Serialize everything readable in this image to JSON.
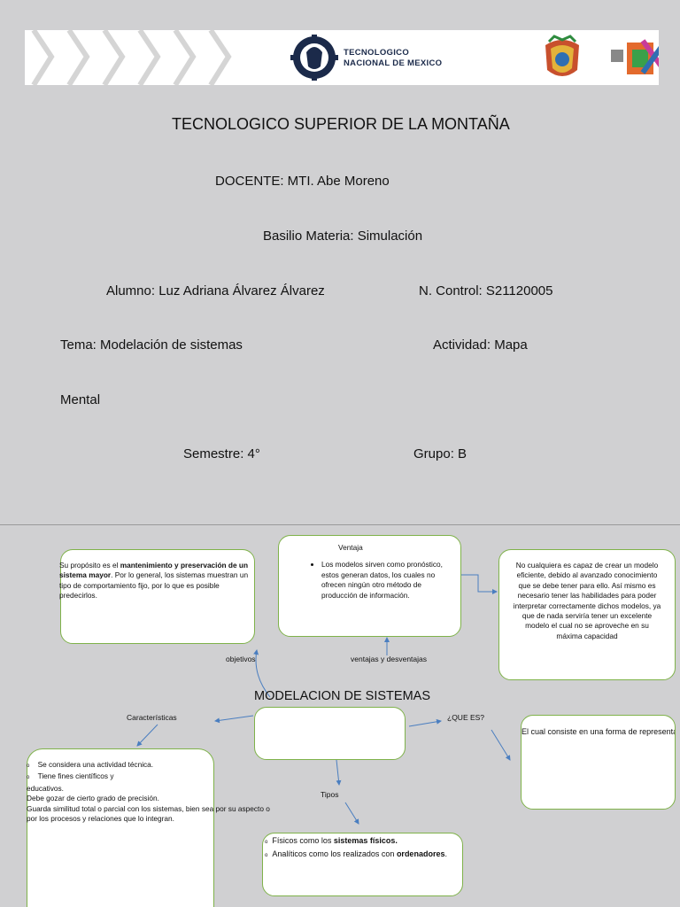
{
  "banner": {
    "institution_name_line1": "TECNOLOGICO",
    "institution_name_line2": "NACIONAL DE MEXICO"
  },
  "cover": {
    "title": "TECNOLOGICO SUPERIOR DE LA MONTAÑA",
    "docente": "DOCENTE: MTI. Abe Moreno",
    "materia": "Basilio Materia: Simulación",
    "alumno": "Alumno: Luz Adriana Álvarez Álvarez",
    "control": "N. Control: S21120005",
    "tema": "Tema: Modelación de sistemas",
    "actividad": "Actividad: Mapa",
    "actividad_cont": "Mental",
    "semestre": "Semestre: 4°",
    "grupo": "Grupo: B"
  },
  "mindmap": {
    "center": "MODELACION DE SISTEMAS",
    "objetivos_label": "objetivos",
    "objetivos_text_pre": "Su propósito es el ",
    "objetivos_text_bold": "mantenimiento y preservación de un sistema mayor",
    "objetivos_text_post": ". Por lo general, los sistemas muestran un tipo de comportamiento fijo, por lo que es posible predecirlos.",
    "ventaja_title": "Ventaja",
    "ventaja_item": "Los modelos sirven como pronóstico, estos generan datos, los cuales no ofrecen ningún otro método de producción de información.",
    "ventajas_label": "ventajas y desventajas",
    "desventaja_text": "No cualquiera es capaz de crear un modelo eficiente, debido al avanzado conocimiento que se debe tener para ello. Así mismo es necesario tener las habilidades para poder interpretar correctamente dichos modelos, ya que de nada serviría tener un excelente modelo el cual no se aproveche en su máxima capacidad",
    "caracteristicas_label": "Características",
    "caracteristicas_items": [
      "Se considera una actividad técnica.",
      "Tiene fines científicos y educativos.",
      "Debe gozar de cierto grado de precisión.",
      "Guarda similitud total o parcial con los sistemas, bien sea por su aspecto o por los procesos y relaciones que lo integran."
    ],
    "que_es_label": "¿QUE ES?",
    "que_es_text": "El cual consiste en una forma de representar",
    "tipos_label": "Tipos",
    "tipo1_pre": "Físicos como los ",
    "tipo1_bold": "sistemas físicos.",
    "tipo2_pre": "Analíticos como los realizados con ",
    "tipo2_bold": "ordenadores",
    "tipo2_post": "."
  },
  "colors": {
    "background": "#d0d0d2",
    "box_border": "#7fb24a",
    "arrow": "#4a7ec0"
  }
}
